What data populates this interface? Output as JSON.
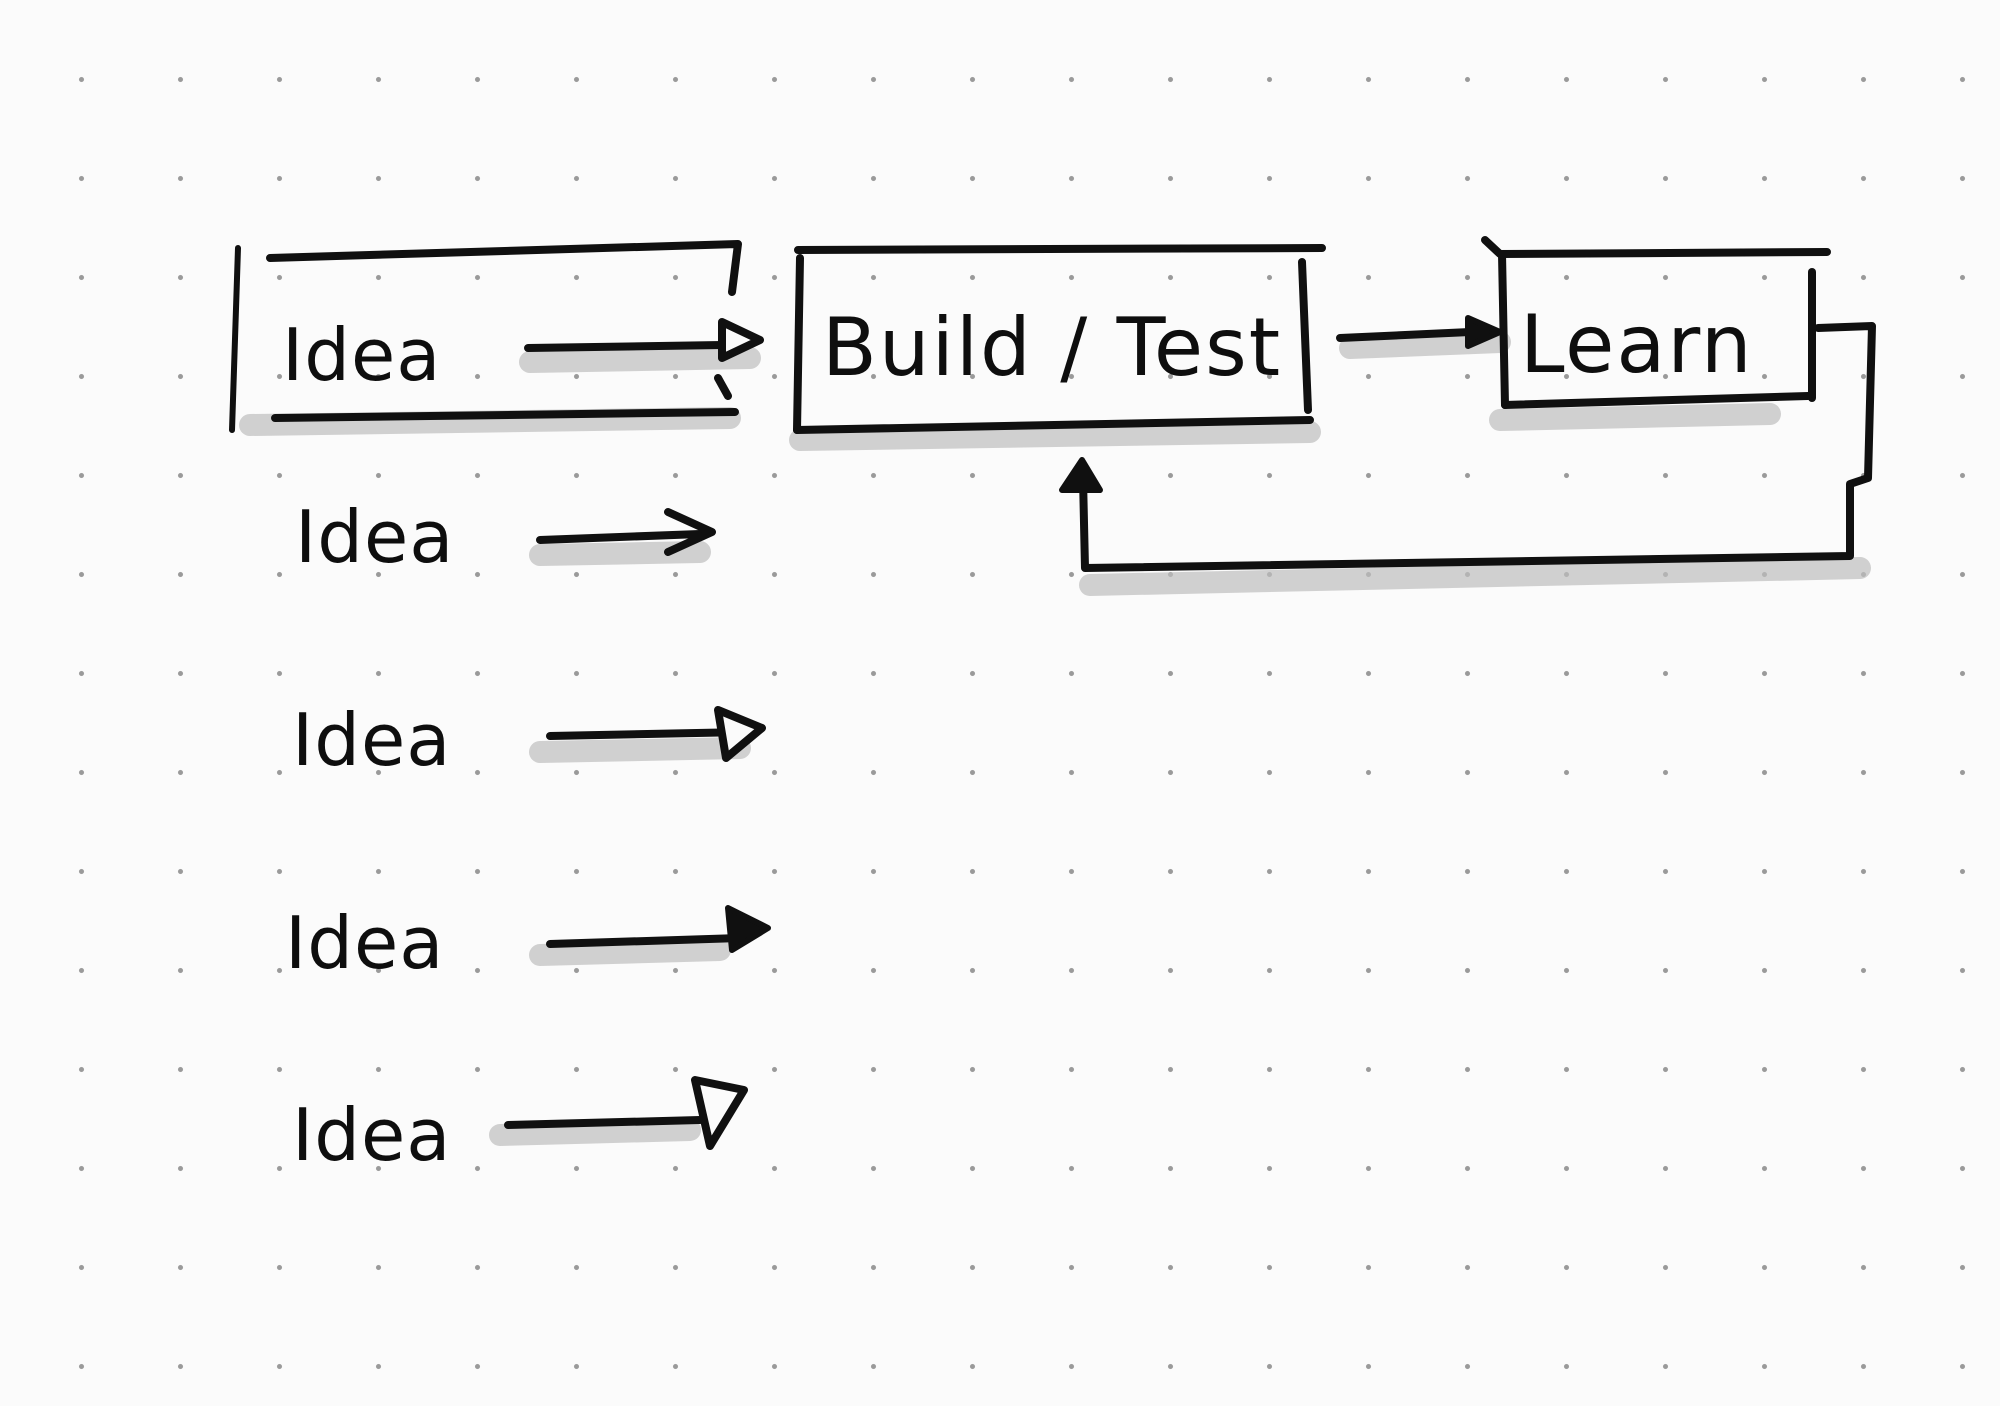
{
  "nodes": {
    "ideas": [
      "Idea",
      "Idea",
      "Idea",
      "Idea",
      "Idea"
    ],
    "build_test": "Build / Test",
    "learn": "Learn"
  },
  "colors": {
    "ink": "#101010",
    "paper": "#fbfbfb",
    "dot": "#9a9a9a",
    "shadow": "#bdbdbd"
  }
}
